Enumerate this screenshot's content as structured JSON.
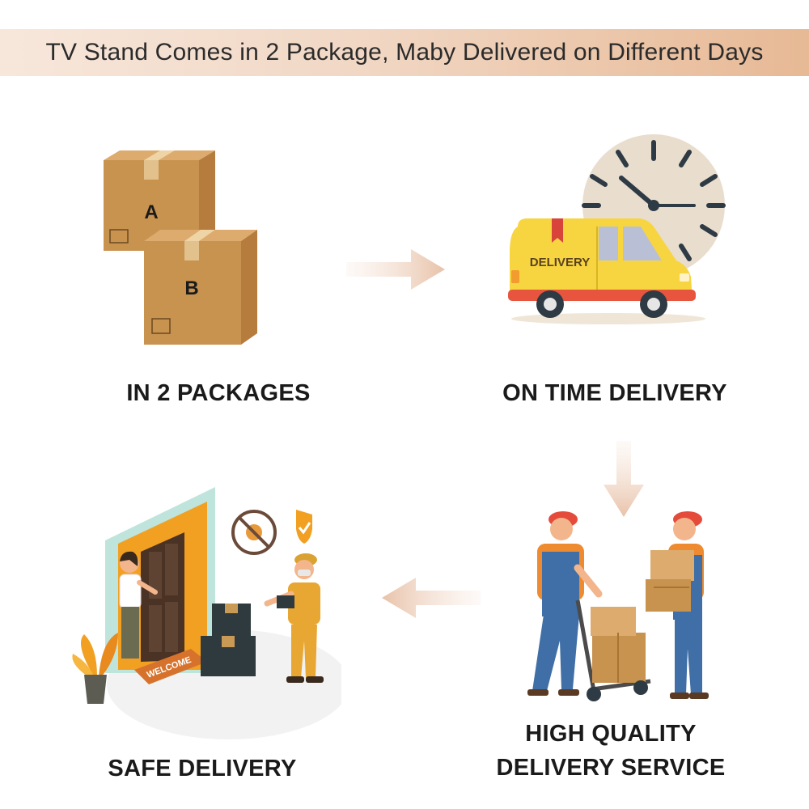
{
  "banner": {
    "text": "TV Stand Comes in 2 Package, Maby Delivered on Different Days"
  },
  "steps": [
    {
      "title": "IN 2 PACKAGES",
      "box_labels": [
        "A",
        "B"
      ]
    },
    {
      "title": "ON TIME DELIVERY",
      "van_label": "DELIVERY"
    },
    {
      "title_line1": "HIGH QUALITY",
      "title_line2": "DELIVERY SERVICE"
    },
    {
      "title": "SAFE DELIVERY",
      "mat_label": "WELCOME"
    }
  ],
  "colors": {
    "banner_start": "#f7e7db",
    "banner_end": "#e7b995",
    "arrow": "#e9c7b2",
    "box": "#c8924f",
    "van": "#f7d540",
    "accent_orange": "#f1a12e"
  },
  "icons": [
    "arrow-right-icon",
    "arrow-down-icon",
    "arrow-left-icon",
    "clock-icon",
    "virus-blocked-icon",
    "shield-check-icon"
  ]
}
